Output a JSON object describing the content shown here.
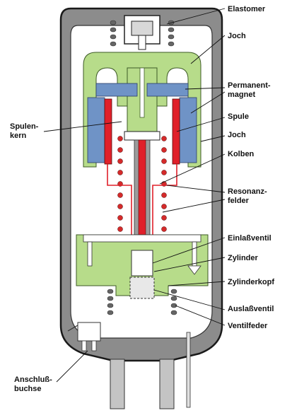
{
  "labels": {
    "elastomer": "Elastomer",
    "joch_top": "Joch",
    "permanent_line1": "Permanent-",
    "permanent_line2": "magnet",
    "spule": "Spule",
    "joch_mid": "Joch",
    "kolben": "Kolben",
    "resonanz_line1": "Resonanz-",
    "resonanz_line2": "felder",
    "einlassventil": "Einlaßventil",
    "zylinder": "Zylinder",
    "zylinderkopf": "Zylinderkopf",
    "auslassventil": "Auslaßventil",
    "ventilfeder": "Ventilfeder",
    "spulenkern_line1": "Spulen-",
    "spulenkern_line2": "kern",
    "anschluss_line1": "Anschluß-",
    "anschluss_line2": "buchse"
  },
  "colors": {
    "housing_outline": "#1a1a1a",
    "housing_fill": "#8c8c8c",
    "inner_fill": "#ffffff",
    "joch": "#b7dc8a",
    "magnet": "#6f93c6",
    "coil": "#e0202a",
    "spring": "#d52a2a",
    "piston": "#9c9c9c",
    "pipe": "#c4c4c4"
  }
}
